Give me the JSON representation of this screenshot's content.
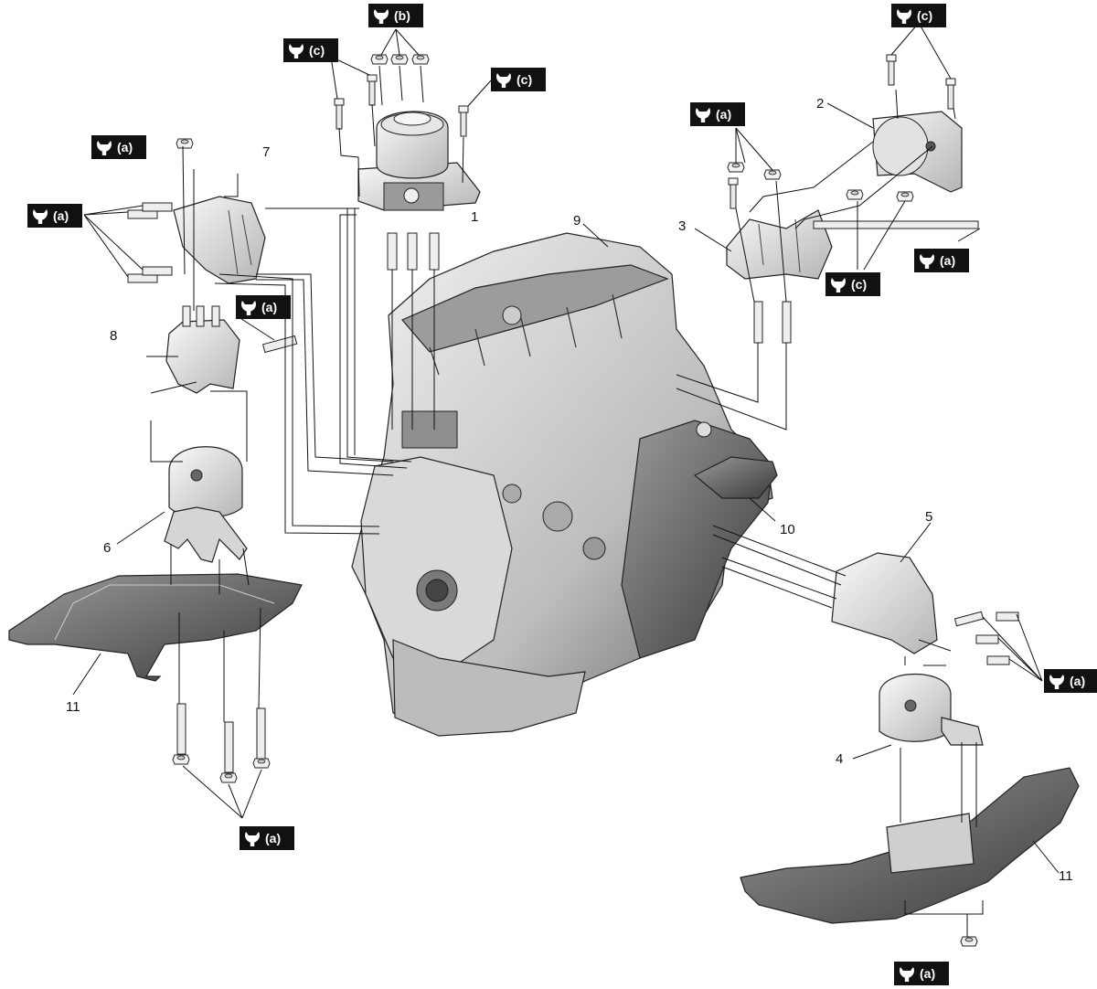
{
  "torque_labels": {
    "a": "(a)",
    "b": "(b)",
    "c": "(c)"
  },
  "callouts": [
    "1",
    "2",
    "3",
    "4",
    "5",
    "6",
    "7",
    "8",
    "9",
    "10",
    "11",
    "11"
  ],
  "icons": {
    "torque_wrench": "wrench-icon"
  },
  "colors": {
    "badge_bg": "#111111",
    "badge_text": "#ffffff",
    "part_light": "#e6e6e6",
    "part_mid": "#bdbdbd",
    "part_dark": "#6e6e6e",
    "line": "#111111"
  }
}
